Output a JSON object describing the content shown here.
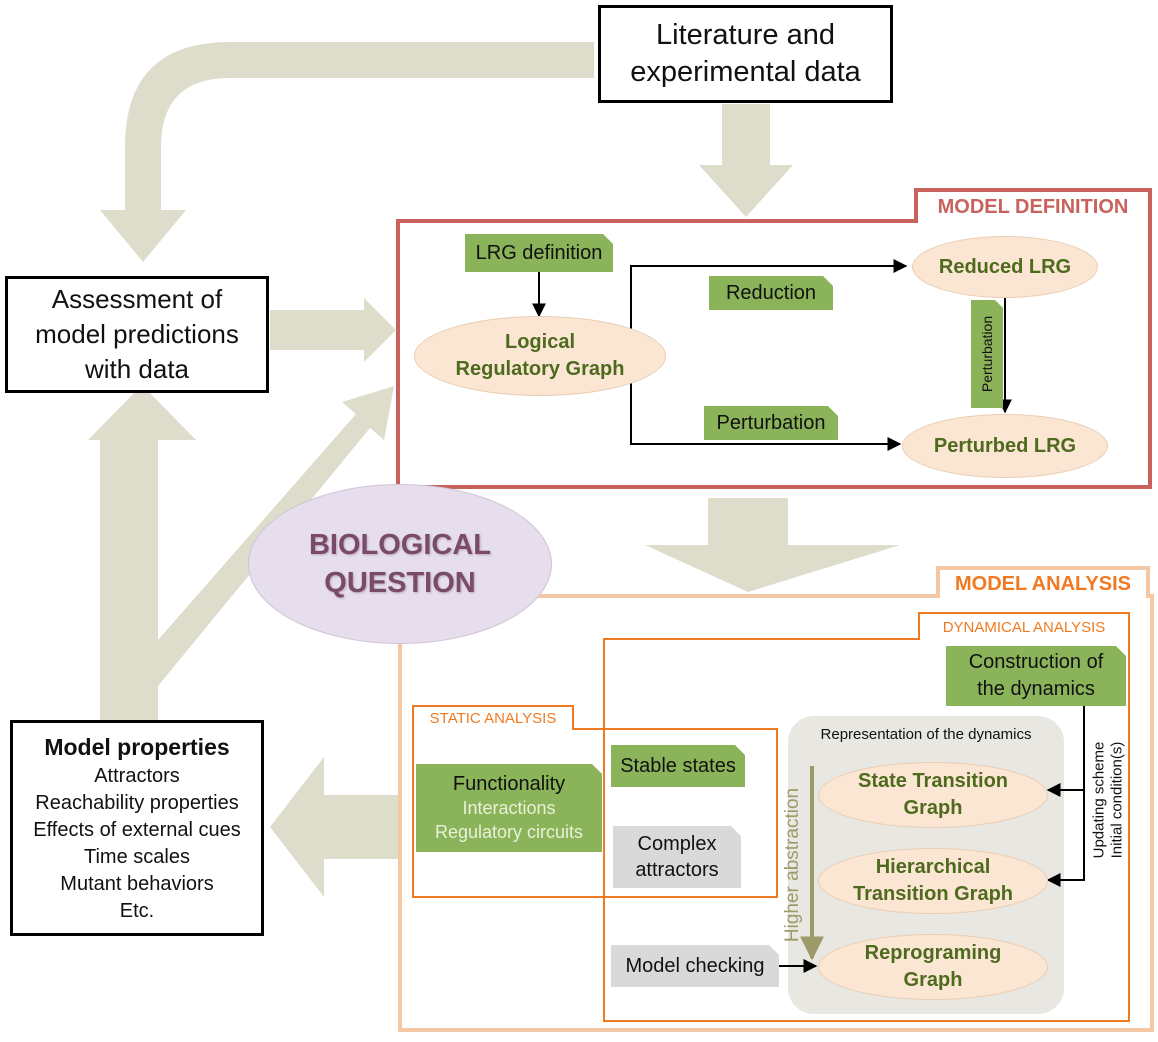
{
  "literature": [
    "Literature and",
    "experimental data"
  ],
  "assessment": [
    "Assessment of",
    "model predictions",
    "with data"
  ],
  "model_properties": {
    "title": "Model properties",
    "items": [
      "Attractors",
      "Reachability properties",
      "Effects of external cues",
      "Time scales",
      "Mutant behaviors",
      "Etc."
    ]
  },
  "biological_question": [
    "BIOLOGICAL",
    "QUESTION"
  ],
  "model_definition": {
    "title": "MODEL DEFINITION",
    "lrg_definition": "LRG definition",
    "logical_regulatory_graph": [
      "Logical",
      "Regulatory Graph"
    ],
    "reduction": "Reduction",
    "reduced_lrg": "Reduced LRG",
    "perturbation_vertical": "Perturbation",
    "perturbation": "Perturbation",
    "perturbed_lrg": "Perturbed LRG"
  },
  "model_analysis": {
    "title": "MODEL ANALYSIS",
    "dynamical_analysis": "DYNAMICAL ANALYSIS",
    "static_analysis": "STATIC ANALYSIS",
    "construction": [
      "Construction of",
      "the dynamics"
    ],
    "representation": "Representation of the dynamics",
    "updating": [
      "Updating scheme",
      "Initial condition(s)"
    ],
    "higher_abstraction": "Higher abstraction",
    "functionality": "Functionality",
    "interactions": "Interactions",
    "regulatory_circuits": "Regulatory circuits",
    "stable_states": "Stable states",
    "complex_attractors": [
      "Complex",
      "attractors"
    ],
    "model_checking": "Model checking",
    "stg": [
      "State Transition",
      "Graph"
    ],
    "htg": [
      "Hierarchical",
      "Transition Graph"
    ],
    "reprograming": [
      "Reprograming",
      "Graph"
    ]
  },
  "colors": {
    "arrow": "#dedccb",
    "green": "#8ab35a",
    "definition_border": "#c9625c",
    "definition_title": "#c9625c",
    "analysis_border": "#f5c8a5",
    "orange": "#f07a22",
    "ellipse_text": "#4e6a1e",
    "question_fill": "#e6deec",
    "question_text": "#7a4a6a",
    "abstraction": "#9d9a6a"
  }
}
